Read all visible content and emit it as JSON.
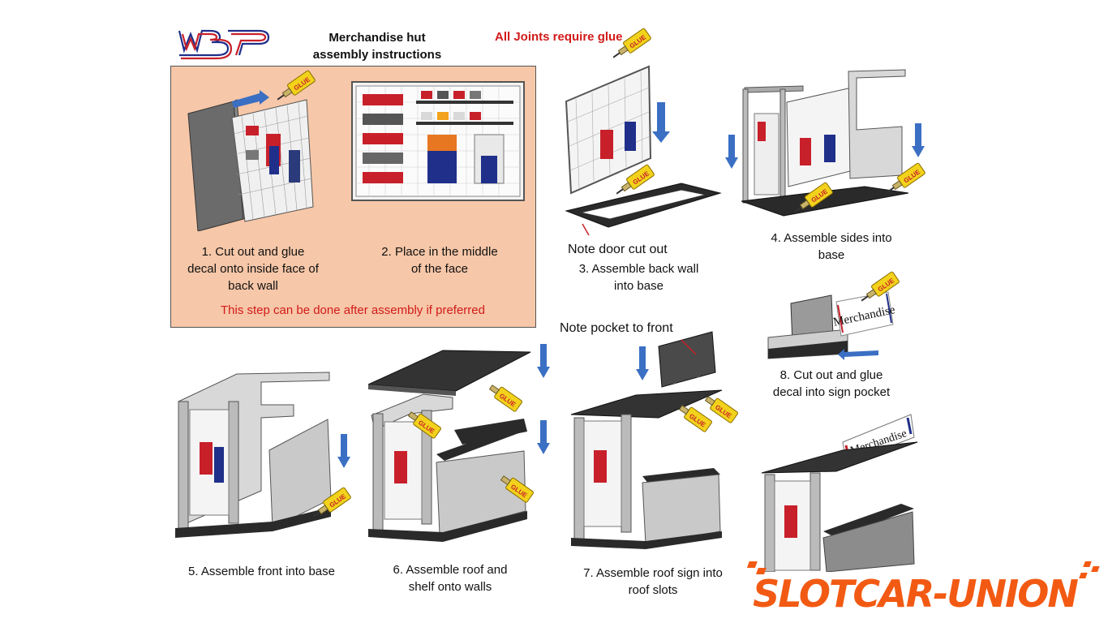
{
  "header": {
    "title_line1": "Merchandise hut",
    "title_line2": "assembly instructions",
    "glue_note": "All Joints require glue",
    "glue_tube_label": "GLUE"
  },
  "steps": {
    "step1": {
      "line1": "1. Cut out and glue",
      "line2": "decal onto inside face of",
      "line3": "back wall"
    },
    "step2": {
      "line1": "2. Place in the middle",
      "line2": "of the face"
    },
    "step1_2_note": "This step can be done after assembly if preferred",
    "step3": {
      "note": "Note door cut out",
      "line1": "3. Assemble back wall",
      "line2": "into base"
    },
    "step4": {
      "line1": "4. Assemble sides into",
      "line2": "base"
    },
    "step5": {
      "line1": "5. Assemble front into base"
    },
    "step6": {
      "line1": "6. Assemble roof and",
      "line2": "shelf onto walls"
    },
    "step7": {
      "note": "Note pocket to front",
      "line1": "7. Assemble roof sign into",
      "line2": "roof slots"
    },
    "step8": {
      "line1": "8. Cut out and glue",
      "line2": "decal into sign pocket",
      "sign_text": "Merchandise"
    }
  },
  "branding": {
    "logo_text": "WMSP",
    "watermark": "SLOTCAR-UNION"
  },
  "colors": {
    "accent_red": "#d21a1a",
    "arrow_blue": "#3b6fc4",
    "panel_peach": "#f6c7a8",
    "brand_orange": "#f25a13",
    "logo_red": "#c8202a",
    "logo_blue": "#1f2f8a"
  }
}
